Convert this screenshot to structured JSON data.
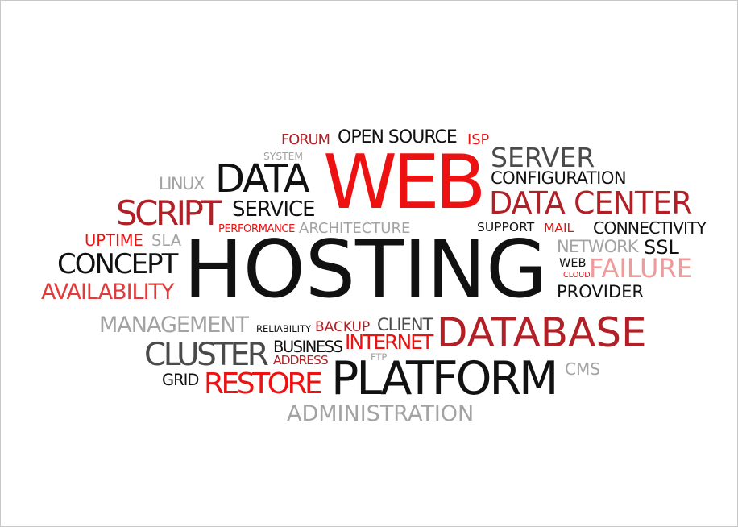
{
  "palette": {
    "red": "#ee1111",
    "darkred": "#b02026",
    "black": "#111111",
    "gray": "#a3a3a3",
    "darkgray": "#4a4a4a",
    "pink": "#f19a9a",
    "midred": "#e23a3a"
  },
  "words": [
    {
      "text": "FORUM",
      "color": "darkred"
    },
    {
      "text": "OPEN SOURCE",
      "color": "black"
    },
    {
      "text": "ISP",
      "color": "red"
    },
    {
      "text": "SYSTEM",
      "color": "gray"
    },
    {
      "text": "WEB",
      "color": "red"
    },
    {
      "text": "SERVER",
      "color": "darkgray"
    },
    {
      "text": "CONFIGURATION",
      "color": "black"
    },
    {
      "text": "LINUX",
      "color": "gray"
    },
    {
      "text": "DATA",
      "color": "black"
    },
    {
      "text": "SCRIPT",
      "color": "darkred"
    },
    {
      "text": "SERVICE",
      "color": "black"
    },
    {
      "text": "DATA CENTER",
      "color": "darkred"
    },
    {
      "text": "PERFORMANCE",
      "color": "red"
    },
    {
      "text": "ARCHITECTURE",
      "color": "gray"
    },
    {
      "text": "SUPPORT",
      "color": "black"
    },
    {
      "text": "MAIL",
      "color": "red"
    },
    {
      "text": "CONNECTIVITY",
      "color": "black"
    },
    {
      "text": "UPTIME",
      "color": "red"
    },
    {
      "text": "SLA",
      "color": "gray"
    },
    {
      "text": "HOSTING",
      "color": "black"
    },
    {
      "text": "NETWORK",
      "color": "gray"
    },
    {
      "text": "SSL",
      "color": "black"
    },
    {
      "text": "CONCEPT",
      "color": "black"
    },
    {
      "text": "WEB",
      "color": "black"
    },
    {
      "text": "CLOUD",
      "color": "red"
    },
    {
      "text": "FAILURE",
      "color": "pink"
    },
    {
      "text": "AVAILABILITY",
      "color": "midred"
    },
    {
      "text": "PROVIDER",
      "color": "black"
    },
    {
      "text": "MANAGEMENT",
      "color": "gray"
    },
    {
      "text": "RELIABILITY",
      "color": "black"
    },
    {
      "text": "BACKUP",
      "color": "darkred"
    },
    {
      "text": "CLIENT",
      "color": "darkgray"
    },
    {
      "text": "DATABASE",
      "color": "darkred"
    },
    {
      "text": "INTERNET",
      "color": "red"
    },
    {
      "text": "CLUSTER",
      "color": "darkgray"
    },
    {
      "text": "BUSINESS",
      "color": "black"
    },
    {
      "text": "ADDRESS",
      "color": "darkred"
    },
    {
      "text": "FTP",
      "color": "gray"
    },
    {
      "text": "CMS",
      "color": "gray"
    },
    {
      "text": "PLATFORM",
      "color": "black"
    },
    {
      "text": "GRID",
      "color": "black"
    },
    {
      "text": "RESTORE",
      "color": "red"
    },
    {
      "text": "ADMINISTRATION",
      "color": "gray"
    }
  ]
}
